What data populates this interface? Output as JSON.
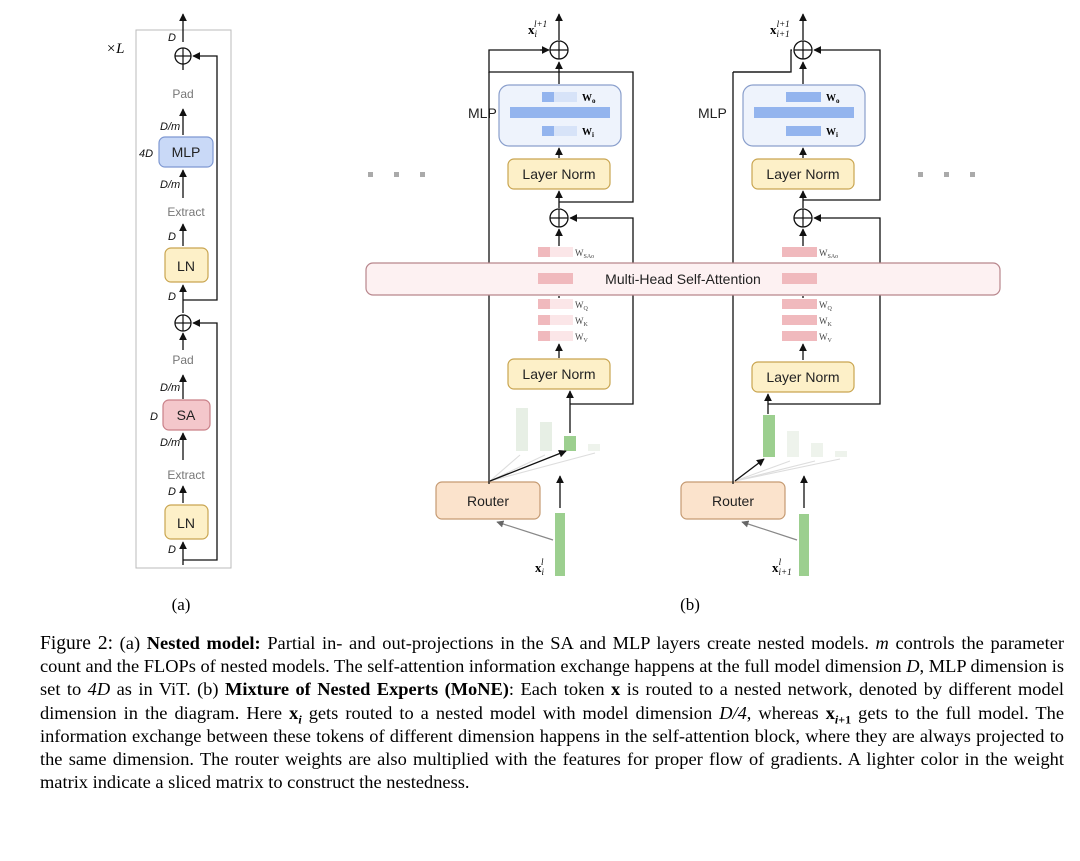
{
  "panel_a": {
    "repeat": "×L",
    "dims": [
      "D",
      "D/m",
      "4D",
      "D/m",
      "D",
      "D",
      "D/m",
      "D",
      "D/m",
      "D",
      "D"
    ],
    "labels": {
      "pad_top": "Pad",
      "mlp": "MLP",
      "extract_top": "Extract",
      "ln_top": "LN",
      "pad_bottom": "Pad",
      "sa": "SA",
      "extract_bottom": "Extract",
      "ln_bottom": "LN"
    },
    "caption": "(a)"
  },
  "panel_b": {
    "mlp_label_left": "MLP",
    "mlp_label_right": "MLP",
    "layer_norm": "Layer Norm",
    "router": "Router",
    "msa": "Multi-Head Self-Attention",
    "ellipsis": "· · ·",
    "weights": {
      "wo": "Wo",
      "wi": "Wi",
      "wsa": "WSAo",
      "wq": "WQ",
      "wk": "WK",
      "wv": "WV"
    },
    "token_in_left": "x_i^l",
    "token_in_right": "x_{i+1}^l",
    "token_out_left": "x_i^{l+1}",
    "token_out_right": "x_{i+1}^{l+1}",
    "caption": "(b)"
  },
  "caption": {
    "figure_label": "Figure 2:",
    "part_a_label": "(a)",
    "nested_title": "Nested model:",
    "s1": "Partial in- and out-projections in the SA and MLP layers create nested models.",
    "var_m": "m",
    "s2": "controls the parameter count and the FLOPs of nested models. The self-attention information exchange happens at the full model dimension",
    "var_D": "D",
    "s3": ", MLP dimension is set to",
    "var_4D": "4D",
    "s4": "as in ViT.",
    "part_b_label": "(b)",
    "mone_title": "Mixture of Nested Experts (MoNE)",
    "s5": ": Each token",
    "var_x": "x",
    "s6": "is routed to a nested network, denoted by different model dimension in the diagram. Here",
    "s7": "gets routed to a nested model with model dimension",
    "frac_D4": "D/4",
    "s8": ", whereas",
    "s9": "gets to the full model. The information exchange between these tokens of different dimension happens in the self-attention block, where they are always projected to the same dimension. The router weights are also multiplied with the features for proper flow of gradients. A lighter color in the weight matrix indicate a sliced matrix to construct the nestedness."
  },
  "colors": {
    "mlp_fill": "#c9d9f7",
    "mlp_stroke": "#7e98d2",
    "sa_fill": "#f4c7cb",
    "sa_stroke": "#c98088",
    "ln_fill": "#fdf0c8",
    "ln_stroke": "#c9a550",
    "router_fill": "#fbe3cc",
    "router_stroke": "#c59a72",
    "msa_fill": "#fdf1f2",
    "msa_stroke": "#b8868c",
    "token_green": "#9ccf8f",
    "weight_blue": "#93b4ee",
    "weight_red": "#f0b9bd"
  }
}
